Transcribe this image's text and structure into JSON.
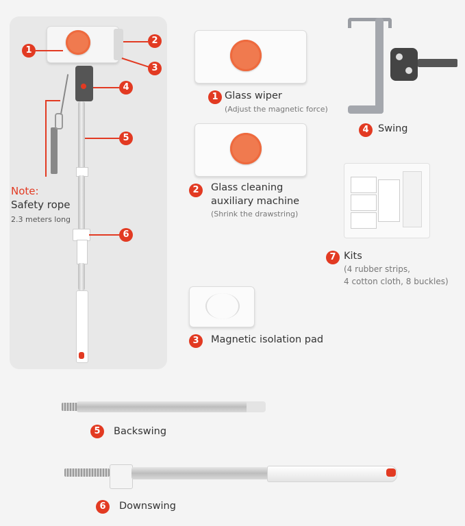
{
  "note": {
    "title": "Note:",
    "line1": "Safety rope",
    "line2": "2.3 meters long"
  },
  "callouts": {
    "n1": "1",
    "n2": "2",
    "n3": "3",
    "n4": "4",
    "n5": "5",
    "n6": "6",
    "n7": "7"
  },
  "parts": {
    "glass_wiper": {
      "number": "1",
      "label": "Glass wiper",
      "sub": "(Adjust the magnetic force)"
    },
    "auxiliary": {
      "number": "2",
      "label1": "Glass cleaning",
      "label2": "auxiliary machine",
      "sub": "(Shrink the drawstring)"
    },
    "pad": {
      "number": "3",
      "label": "Magnetic isolation pad"
    },
    "swing": {
      "number": "4",
      "label": "Swing"
    },
    "backswing": {
      "number": "5",
      "label": "Backswing"
    },
    "downswing": {
      "number": "6",
      "label": "Downswing"
    },
    "kits": {
      "number": "7",
      "label": "Kits",
      "sub1": "(4 rubber strips,",
      "sub2": "4 cotton cloth, 8 buckles)"
    }
  },
  "colors": {
    "accent": "#e23a22",
    "knob": "#f07a4f",
    "panel": "#e8e8e8"
  }
}
